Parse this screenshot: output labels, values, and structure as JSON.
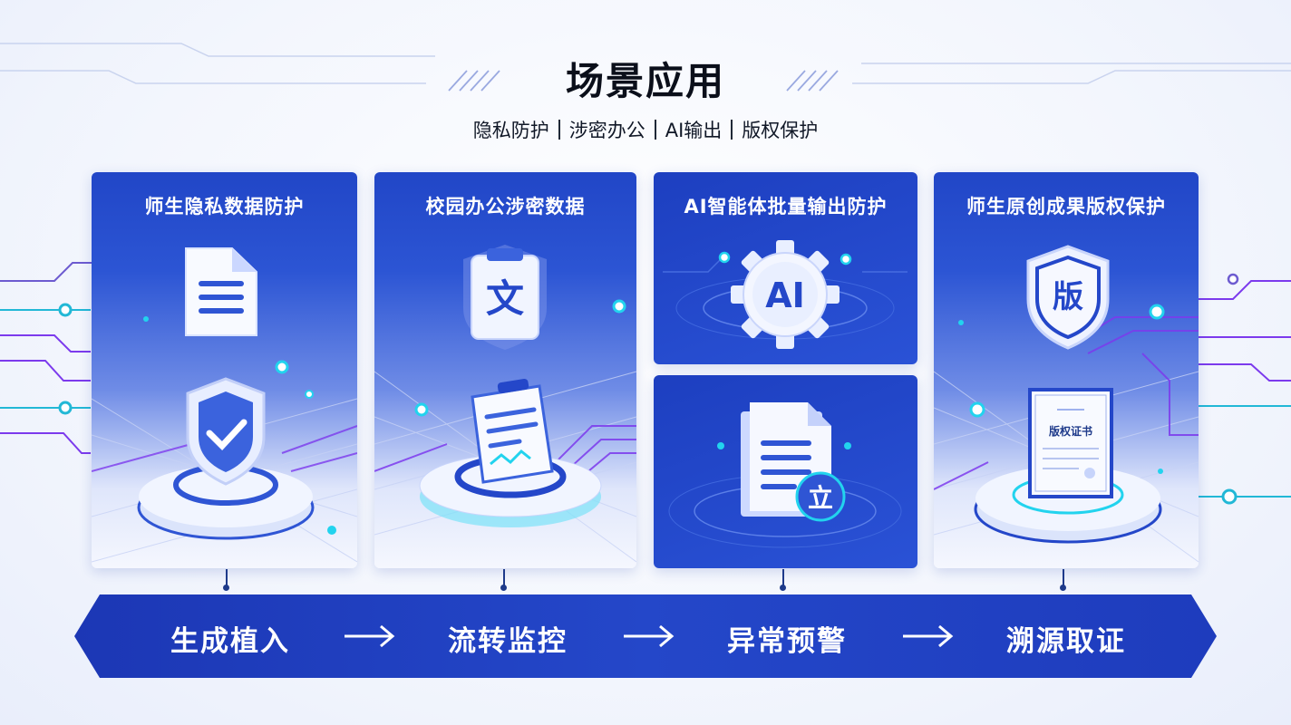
{
  "header": {
    "title": "场景应用",
    "tags": [
      "隐私防护",
      "涉密办公",
      "AI输出",
      "版权保护"
    ]
  },
  "cards": [
    {
      "title": "师生隐私数据防护",
      "icon": "document-shield-icon"
    },
    {
      "title": "校园办公涉密数据",
      "icon": "clipboard-wen-icon",
      "badge": "文"
    },
    {
      "title": "AI智能体批量输出防护",
      "icon": "ai-gear-icon",
      "badge": "AI"
    },
    {
      "title": "",
      "icon": "document-stamp-icon",
      "badge": "立"
    },
    {
      "title": "师生原创成果版权保护",
      "icon": "copyright-shield-icon",
      "badge": "版",
      "certificate": "版权证书"
    }
  ],
  "flow": {
    "steps": [
      "生成植入",
      "流转监控",
      "异常预警",
      "溯源取证"
    ]
  },
  "colors": {
    "primary": "#2146c7",
    "dark": "#1c37b5",
    "accent_cyan": "#22d3ee",
    "accent_purple": "#7c3aed"
  }
}
